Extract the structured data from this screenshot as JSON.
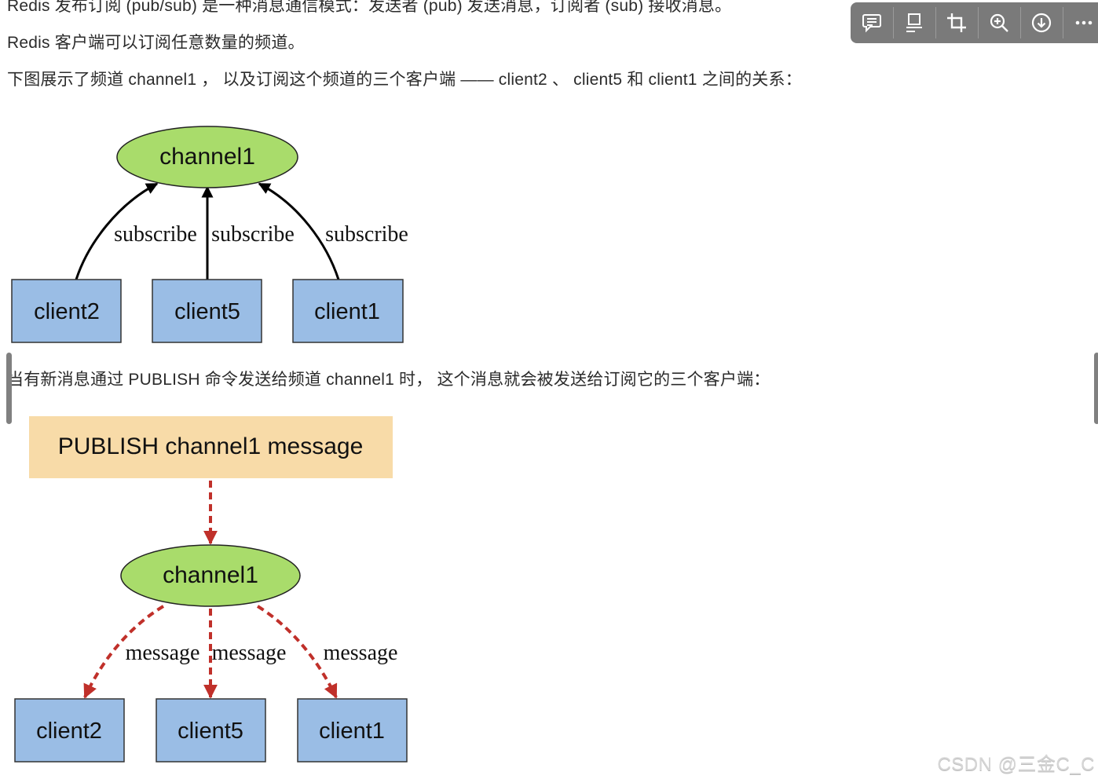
{
  "article": {
    "paragraphs": [
      "Redis 发布订阅 (pub/sub) 是一种消息通信模式：发送者 (pub) 发送消息，订阅者 (sub) 接收消息。",
      "Redis 客户端可以订阅任意数量的频道。",
      "下图展示了频道 channel1 ， 以及订阅这个频道的三个客户端 —— client2 、 client5 和 client1 之间的关系：",
      "当有新消息通过 PUBLISH 命令发送给频道 channel1 时， 这个消息就会被发送给订阅它的三个客户端："
    ]
  },
  "image_toolbar": {
    "buttons": [
      {
        "name": "comment",
        "icon": "comment-icon"
      },
      {
        "name": "display-mode",
        "icon": "image-caption-icon"
      },
      {
        "name": "crop",
        "icon": "crop-icon"
      },
      {
        "name": "zoom-in",
        "icon": "zoom-in-icon"
      },
      {
        "name": "download",
        "icon": "download-icon"
      },
      {
        "name": "more",
        "icon": "more-icon"
      }
    ],
    "background": "#7a7a7a"
  },
  "diagram_subscribe": {
    "channel": "channel1",
    "edge_label": "subscribe",
    "clients": [
      "client2",
      "client5",
      "client1"
    ],
    "colors": {
      "channel_fill": "#a9dc6b",
      "client_fill": "#9abde5",
      "edge": "#000000"
    }
  },
  "diagram_publish": {
    "command": "PUBLISH channel1 message",
    "channel": "channel1",
    "edge_label": "message",
    "clients": [
      "client2",
      "client5",
      "client1"
    ],
    "colors": {
      "command_fill": "#f8dba8",
      "channel_fill": "#a9dc6b",
      "client_fill": "#9abde5",
      "edge": "#c0302a"
    }
  },
  "watermark": "CSDN @三金C_C"
}
